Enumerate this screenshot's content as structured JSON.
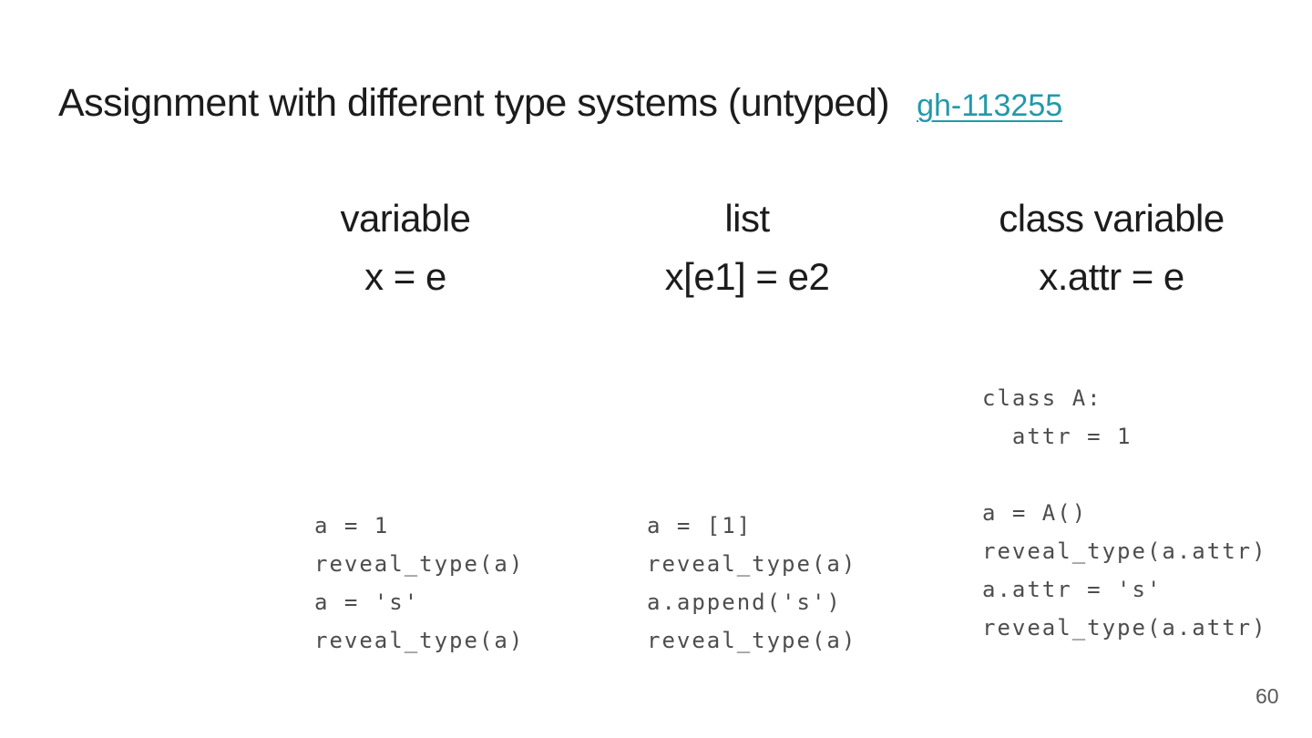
{
  "slide": {
    "title": "Assignment with different type systems (untyped)",
    "link_label": "gh-113255",
    "page_number": "60",
    "colors": {
      "background": "#ffffff",
      "heading_text": "#1c1c1c",
      "code_text": "#4d4d4d",
      "link_teal": "#2299aa",
      "page_number_gray": "#595959"
    },
    "columns": [
      {
        "header": "variable",
        "syntax": "x = e",
        "code": "a = 1\nreveal_type(a)\na = 's'\nreveal_type(a)"
      },
      {
        "header": "list",
        "syntax": "x[e1] = e2",
        "code": "a = [1]\nreveal_type(a)\na.append('s')\nreveal_type(a)"
      },
      {
        "header": "class variable",
        "syntax": "x.attr = e",
        "code": "class A:\n  attr = 1\n\na = A()\nreveal_type(a.attr)\na.attr = 's'\nreveal_type(a.attr)"
      }
    ]
  }
}
